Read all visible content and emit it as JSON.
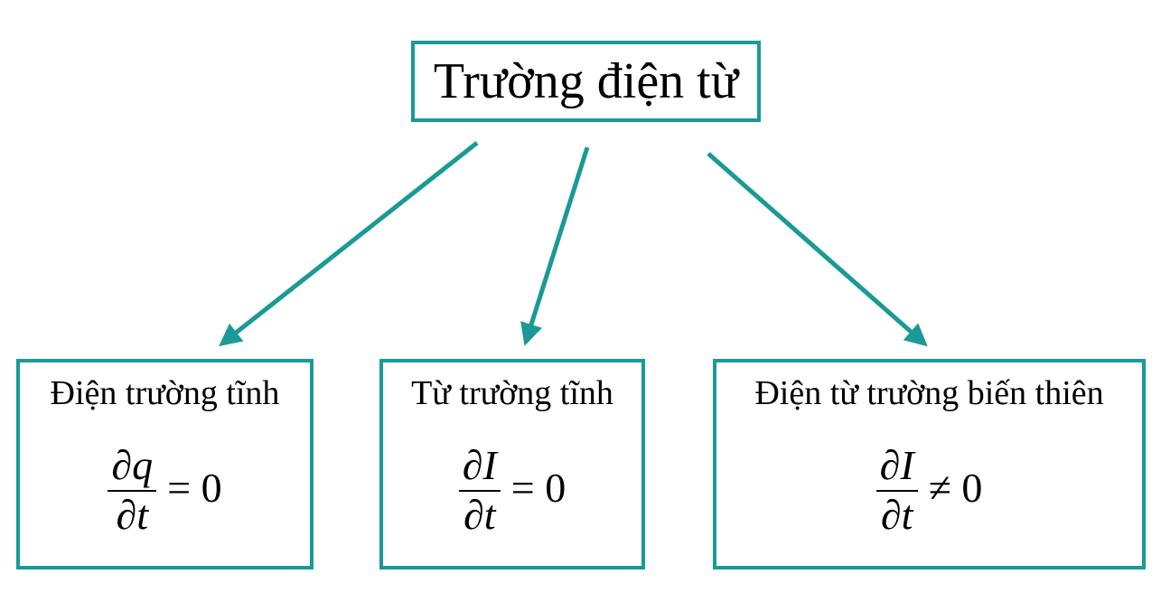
{
  "colors": {
    "accent": "#1a9a96",
    "text": "#000000",
    "background": "#ffffff"
  },
  "root": {
    "title": "Trường điện từ"
  },
  "cards": [
    {
      "label": "Điện trường tĩnh",
      "numerator": "∂q",
      "denominator": "∂t",
      "relation": "= 0"
    },
    {
      "label": "Từ trường tĩnh",
      "numerator": "∂I",
      "denominator": "∂t",
      "relation": "= 0"
    },
    {
      "label": "Điện từ trường biến thiên",
      "numerator": "∂I",
      "denominator": "∂t",
      "relation": "≠ 0"
    }
  ]
}
